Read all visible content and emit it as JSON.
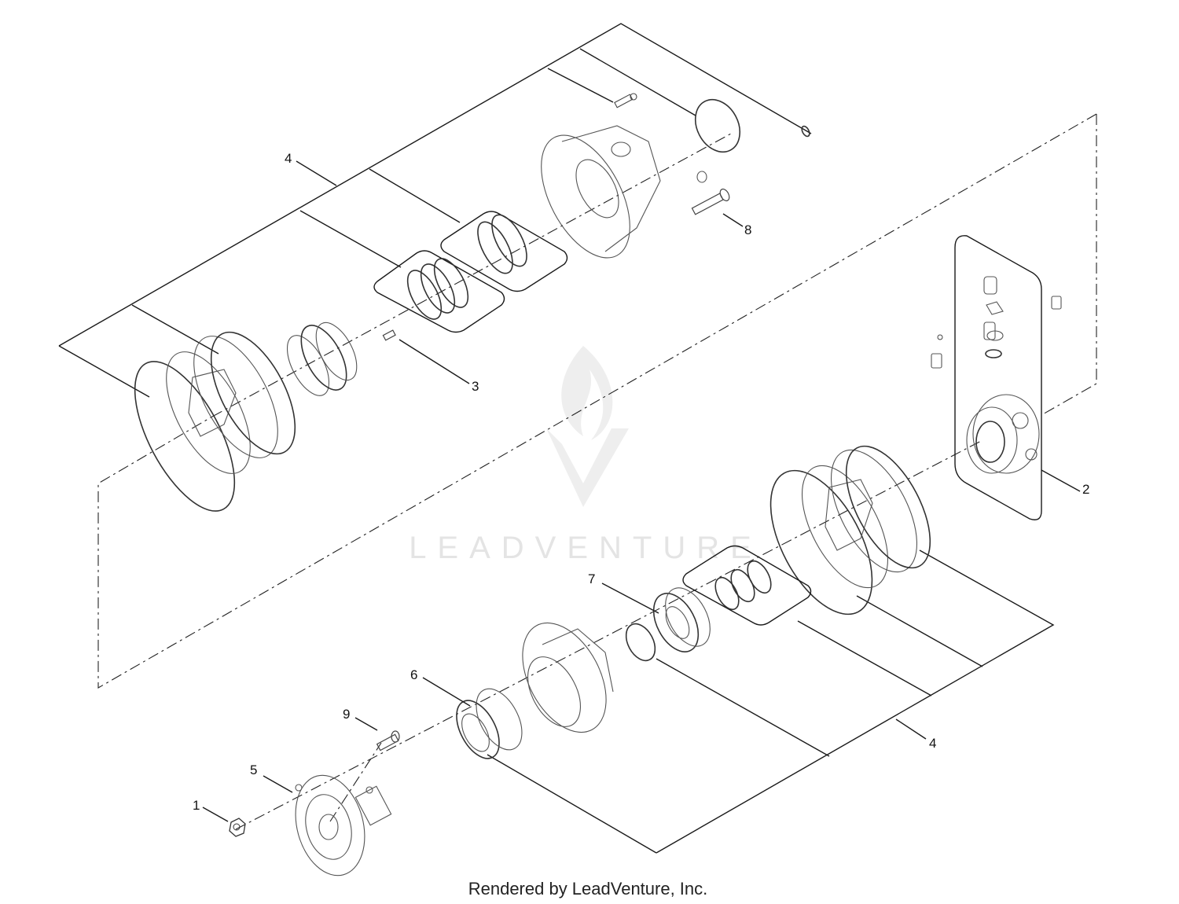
{
  "callouts": {
    "c1": "1",
    "c2": "2",
    "c3": "3",
    "c4_top": "4",
    "c4_bottom": "4",
    "c5": "5",
    "c6": "6",
    "c7": "7",
    "c8": "8",
    "c9": "9"
  },
  "watermark": {
    "text": "LEADVENTURE",
    "icon": "flame-v-logo-icon"
  },
  "footer": {
    "text": "Rendered by LeadVenture, Inc."
  },
  "colors": {
    "line": "#1a1a1a",
    "part": "#555555",
    "watermark": "#e4e4e4"
  }
}
